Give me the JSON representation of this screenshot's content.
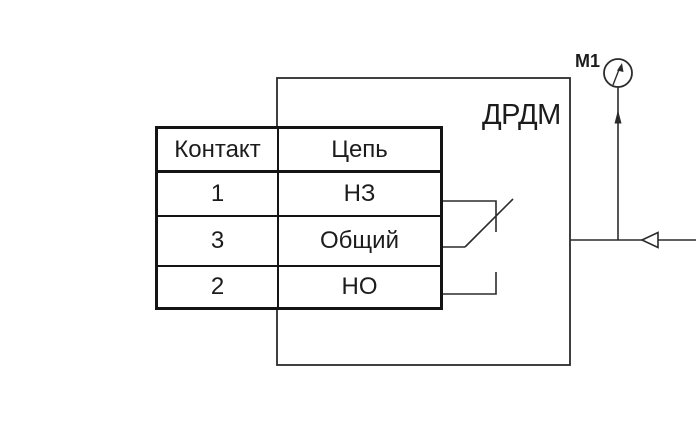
{
  "colors": {
    "line": "#2b2b2b",
    "table_border": "#141414",
    "text": "#1c1c1c",
    "background": "#ffffff"
  },
  "diagram": {
    "device_label": "ДРДМ",
    "gauge_label": "М1"
  },
  "table": {
    "headers": {
      "contact": "Контакт",
      "circuit": "Цепь"
    },
    "rows": [
      {
        "contact": "1",
        "circuit": "НЗ"
      },
      {
        "contact": "3",
        "circuit": "Общий"
      },
      {
        "contact": "2",
        "circuit": "НО"
      }
    ]
  }
}
